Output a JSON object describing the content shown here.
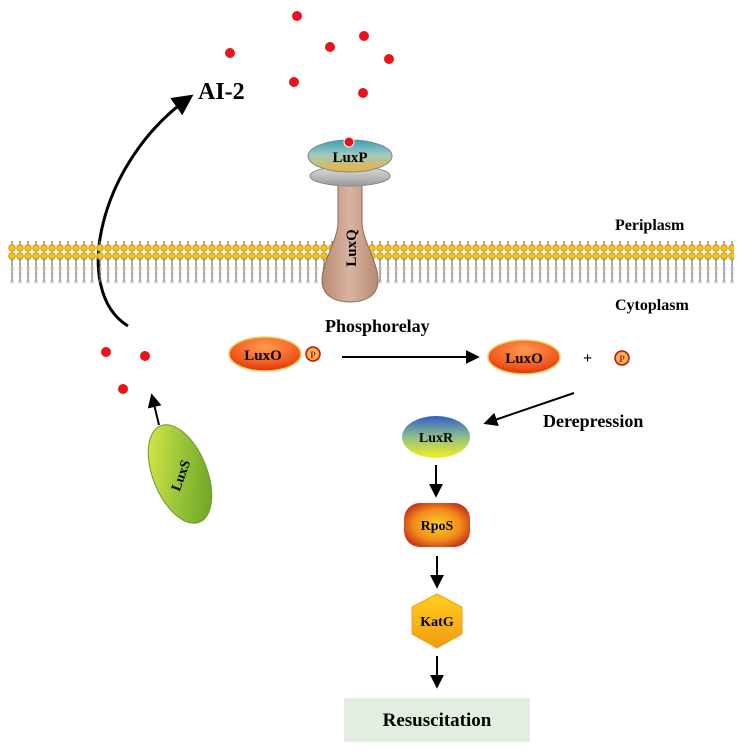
{
  "labels": {
    "ai2": "AI-2",
    "periplasm": "Periplasm",
    "cytoplasm": "Cytoplasm",
    "phosphorelay": "Phosphorelay",
    "derepression": "Derepression",
    "plus": "+",
    "resuscitation": "Resuscitation"
  },
  "proteins": {
    "luxP": "LuxP",
    "luxQ": "LuxQ",
    "luxO_phos": "LuxO",
    "luxO_free": "LuxO",
    "luxR": "LuxR",
    "rpoS": "RpoS",
    "katG": "KatG",
    "luxS": "LuxS"
  },
  "phosphate_symbol": "P",
  "colors": {
    "signal_dot": "#e8141c",
    "arrow": "#000000",
    "membrane_head": "#f0c020",
    "luxq_body": "#c9a08a",
    "resuscitation_bg": "#e2eee0"
  }
}
